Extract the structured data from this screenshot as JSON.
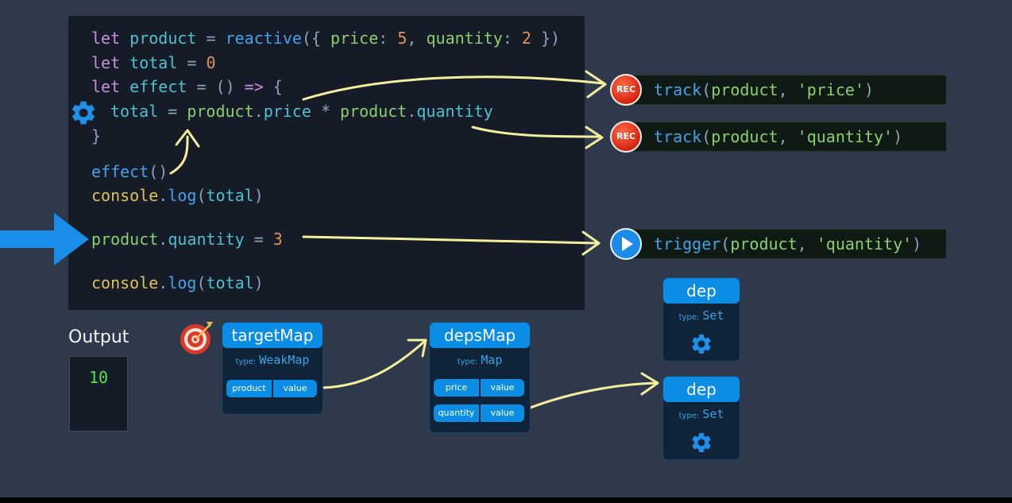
{
  "code": {
    "line1": {
      "kw": "let",
      "name": "product",
      "eq": " = ",
      "fn": "reactive",
      "open": "({ ",
      "k1": "price",
      "c1": ": ",
      "v1": "5",
      "sep": ", ",
      "k2": "quantity",
      "c2": ": ",
      "v2": "2",
      "close": " })"
    },
    "line2": {
      "kw": "let",
      "name": "total",
      "eq": " = ",
      "val": "0"
    },
    "line3": {
      "kw": "let",
      "name": "effect",
      "rest": " = () ",
      "arrow": "=>",
      "brace": " {"
    },
    "line4": {
      "a": "total",
      "eq": " = ",
      "b": "product",
      "dot1": ".",
      "c": "price",
      "op": " * ",
      "d": "product",
      "dot2": ".",
      "e": "quantity"
    },
    "line5": "}",
    "line6": {
      "fn": "effect",
      "paren": "()"
    },
    "line7": {
      "obj": "console",
      "dot": ".",
      "fn": "log",
      "open": "(",
      "arg": "total",
      "close": ")"
    },
    "line8": {
      "obj": "product",
      "dot": ".",
      "prop": "quantity",
      "eq": " = ",
      "val": "3"
    },
    "line9": {
      "obj": "console",
      "dot": ".",
      "fn": "log",
      "open": "(",
      "arg": "total",
      "close": ")"
    }
  },
  "calls": [
    {
      "badge": "REC",
      "fn": "track",
      "open": "(",
      "arg": "product",
      "sep": ", ",
      "str": "'price'",
      "close": ")"
    },
    {
      "badge": "REC",
      "fn": "track",
      "open": "(",
      "arg": "product",
      "sep": ", ",
      "str": "'quantity'",
      "close": ")"
    },
    {
      "badge": "play",
      "fn": "trigger",
      "open": "(",
      "arg": "product",
      "sep": ", ",
      "str": "'quantity'",
      "close": ")"
    }
  ],
  "output": {
    "label": "Output",
    "value": "10"
  },
  "targetMap": {
    "title": "targetMap",
    "type_label": "type:",
    "type": "WeakMap",
    "key": "product",
    "value": "value"
  },
  "depsMap": {
    "title": "depsMap",
    "type_label": "type:",
    "type": "Map",
    "rows": [
      {
        "key": "price",
        "value": "value"
      },
      {
        "key": "quantity",
        "value": "value"
      }
    ]
  },
  "deps": [
    {
      "title": "dep",
      "type_label": "type:",
      "type": "Set"
    },
    {
      "title": "dep",
      "type_label": "type:",
      "type": "Set"
    }
  ],
  "icons": {
    "gear": "gear-icon",
    "target": "target-icon",
    "pointer": "blue-arrow-icon"
  },
  "colors": {
    "background": "#2e3a4b",
    "panel": "#151c27",
    "accent": "#0b8de6",
    "rec": "#d11e0e",
    "annotation": "#f3ef9c",
    "output": "#4ee24e"
  }
}
